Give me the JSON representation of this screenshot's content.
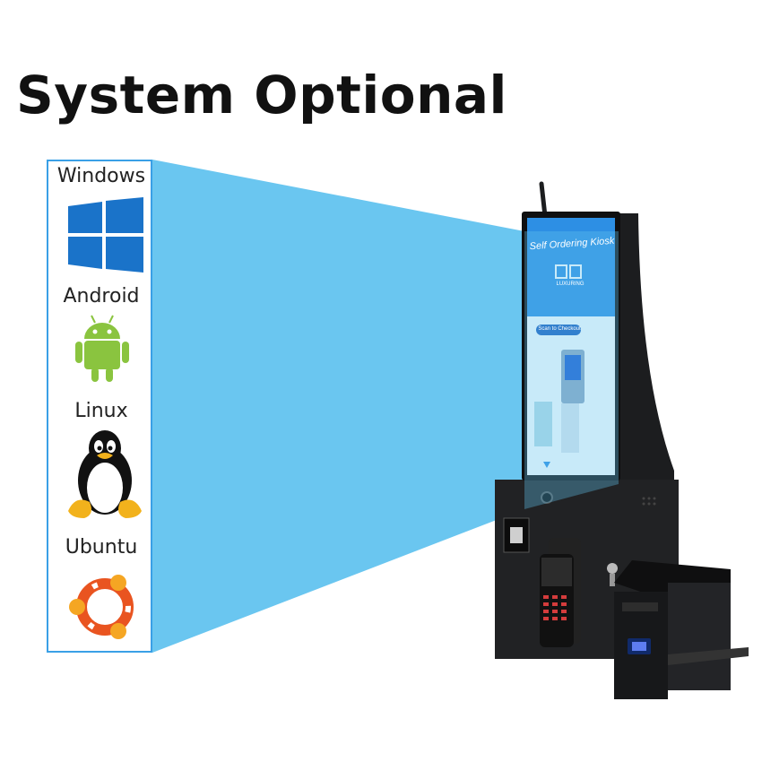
{
  "heading": "System Optional",
  "os_list": [
    {
      "label": "Windows",
      "icon": "windows-logo-icon"
    },
    {
      "label": "Android",
      "icon": "android-robot-icon"
    },
    {
      "label": "Linux",
      "icon": "tux-penguin-icon"
    },
    {
      "label": "Ubuntu",
      "icon": "ubuntu-circle-icon"
    }
  ],
  "kiosk_screen": {
    "headline": "Self Ordering Kiosk",
    "brand": "LUXURING",
    "button": "Scan to Checkout"
  },
  "colors": {
    "beam": "#62c3ef",
    "panel_border": "#3aa0e6",
    "kiosk_body": "#1c1d1f",
    "screen_blue": "#2d8fe4"
  }
}
